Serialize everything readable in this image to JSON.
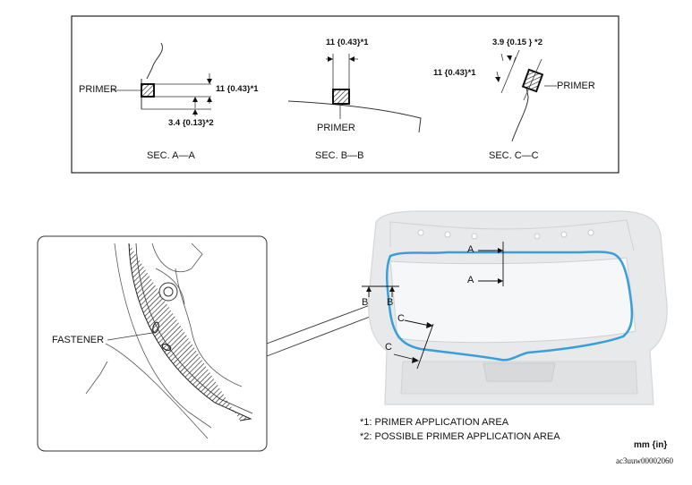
{
  "sections": {
    "aa": {
      "primer_label": "PRIMER",
      "dim_top": "11 {0.43}*1",
      "dim_bottom": "3.4 {0.13}*2",
      "caption": "SEC. A—A"
    },
    "bb": {
      "dim_top": "11 {0.43}*1",
      "primer_label": "PRIMER",
      "caption": "SEC. B—B"
    },
    "cc": {
      "dim_top": "3.9 {0.15 } *2",
      "dim_left": "11 {0.43}*1",
      "primer_label": "PRIMER",
      "caption": "SEC. C—C"
    }
  },
  "detail": {
    "fastener_label": "FASTENER"
  },
  "section_markers": {
    "a_top": "A",
    "a_bottom": "A",
    "b_left": "B",
    "b_right": "B",
    "c_top": "C",
    "c_bottom": "C"
  },
  "legend": [
    "*1:  PRIMER APPLICATION AREA",
    "*2:  POSSIBLE PRIMER APPLICATION AREA"
  ],
  "units": "mm {in}",
  "figure_code": "ac3uuw00002060",
  "colors": {
    "primer_line": "#3a9fd8",
    "body_panel": "#e4e5e7",
    "border": "#333333"
  }
}
